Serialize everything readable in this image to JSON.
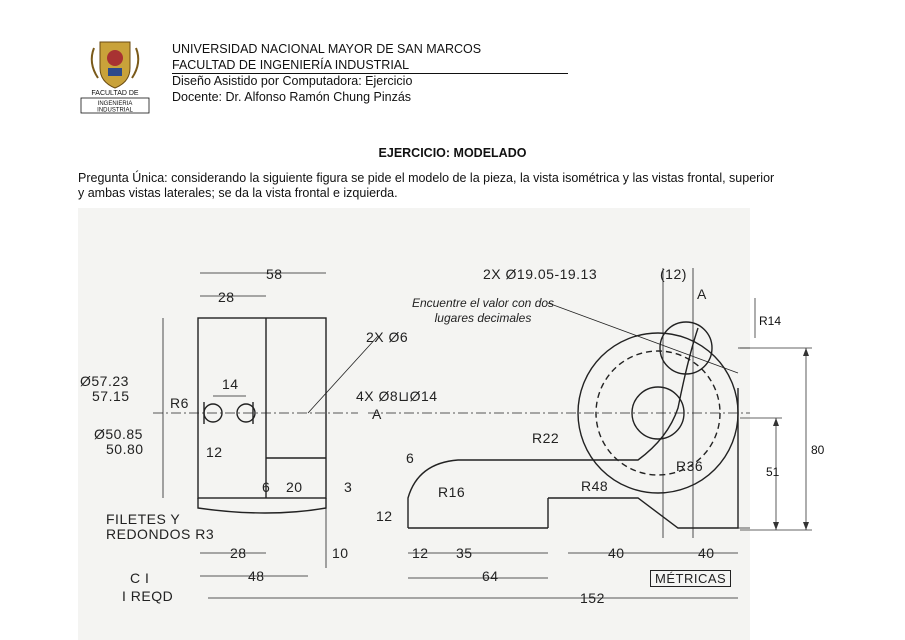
{
  "header": {
    "university": "UNIVERSIDAD NACIONAL MAYOR DE SAN MARCOS",
    "faculty": "FACULTAD DE INGENIERÍA INDUSTRIAL",
    "course": "Diseño Asistido por Computadora: Ejercicio",
    "teacher": "Docente: Dr. Alfonso Ramón Chung Pinzás"
  },
  "logo": {
    "line1": "FACULTAD DE",
    "line2": "INGENIERIA",
    "line3": "INDUSTRIAL"
  },
  "title": "EJERCICIO: MODELADO",
  "question": "Pregunta Única: considerando la siguiente figura se pide el modelo de la pieza, la vista isométrica y las vistas frontal, superior y ambas vistas laterales; se da la vista frontal e izquierda.",
  "drawing": {
    "d58": "58",
    "d28top": "28",
    "d2x6": "2X Ø6",
    "d57a": "Ø57.23",
    "d57b": "57.15",
    "d14": "14",
    "dR6": "R6",
    "d50a": "Ø50.85",
    "d50b": "50.80",
    "d12left": "12",
    "d6left": "6",
    "d20": "20",
    "d3": "3",
    "fillets1": "FILETES Y",
    "fillets2": "REDONDOS R3",
    "d28bot": "28",
    "d10": "10",
    "d48": "48",
    "c1": "C I",
    "reqd": "I REQD",
    "d2x19": "2X Ø19.05-19.13",
    "d12paren": "(12)",
    "secA": "A",
    "secA2": "A",
    "note1": "Encuentre el valor con dos",
    "note2": "lugares decimales",
    "d4x8": "4X Ø8⊔Ø14",
    "dR22": "R22",
    "d6mid": "6",
    "dR16": "R16",
    "dR36": "R36",
    "dR48": "R48",
    "d12mid": "12",
    "d12bot": "12",
    "d35": "35",
    "d40a": "40",
    "d40b": "40",
    "d64": "64",
    "d152": "152",
    "metricas": "MÉTRICAS"
  },
  "callouts": {
    "r14": "R14",
    "d80": "80",
    "d51": "51"
  }
}
